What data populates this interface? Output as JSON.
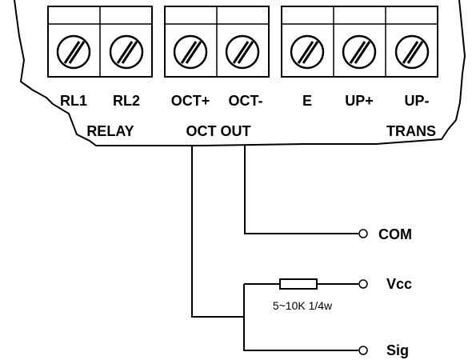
{
  "terminals": [
    {
      "id": "rl1",
      "label": "RL1"
    },
    {
      "id": "rl2",
      "label": "RL2"
    },
    {
      "id": "oct-plus",
      "label": "OCT+"
    },
    {
      "id": "oct-minus",
      "label": "OCT-"
    },
    {
      "id": "e",
      "label": "E"
    },
    {
      "id": "up-plus",
      "label": "UP+"
    },
    {
      "id": "up-minus",
      "label": "UP-"
    }
  ],
  "groups": {
    "relay": "RELAY",
    "oct_out": "OCT OUT",
    "trans": "TRANS"
  },
  "connections": {
    "com": "COM",
    "vcc": "Vcc",
    "sig": "Sig"
  },
  "resistor": {
    "label": "5~10K 1/4w"
  }
}
